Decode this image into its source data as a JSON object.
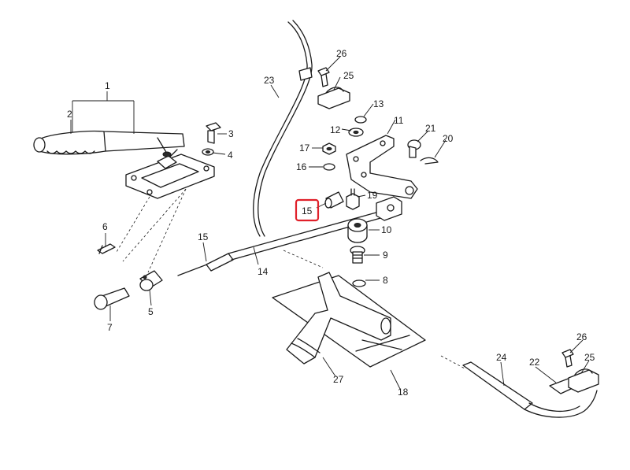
{
  "diagram": {
    "labels": [
      {
        "id": "p1",
        "text": "1"
      },
      {
        "id": "p2",
        "text": "2"
      },
      {
        "id": "p3",
        "text": "3"
      },
      {
        "id": "p4",
        "text": "4"
      },
      {
        "id": "p5",
        "text": "5"
      },
      {
        "id": "p6",
        "text": "6"
      },
      {
        "id": "p7",
        "text": "7"
      },
      {
        "id": "p8",
        "text": "8"
      },
      {
        "id": "p9",
        "text": "9"
      },
      {
        "id": "p10",
        "text": "10"
      },
      {
        "id": "p11",
        "text": "11"
      },
      {
        "id": "p12",
        "text": "12"
      },
      {
        "id": "p13",
        "text": "13"
      },
      {
        "id": "p14",
        "text": "14"
      },
      {
        "id": "p15a",
        "text": "15"
      },
      {
        "id": "p15b",
        "text": "15"
      },
      {
        "id": "p16",
        "text": "16"
      },
      {
        "id": "p17",
        "text": "17"
      },
      {
        "id": "p18",
        "text": "18"
      },
      {
        "id": "p19",
        "text": "19"
      },
      {
        "id": "p20",
        "text": "20"
      },
      {
        "id": "p21",
        "text": "21"
      },
      {
        "id": "p22",
        "text": "22"
      },
      {
        "id": "p23",
        "text": "23"
      },
      {
        "id": "p24",
        "text": "24"
      },
      {
        "id": "p25a",
        "text": "25"
      },
      {
        "id": "p25b",
        "text": "25"
      },
      {
        "id": "p26a",
        "text": "26"
      },
      {
        "id": "p26b",
        "text": "26"
      },
      {
        "id": "p27",
        "text": "27"
      }
    ],
    "highlight": {
      "label": "15",
      "color": "#e0202a"
    }
  }
}
